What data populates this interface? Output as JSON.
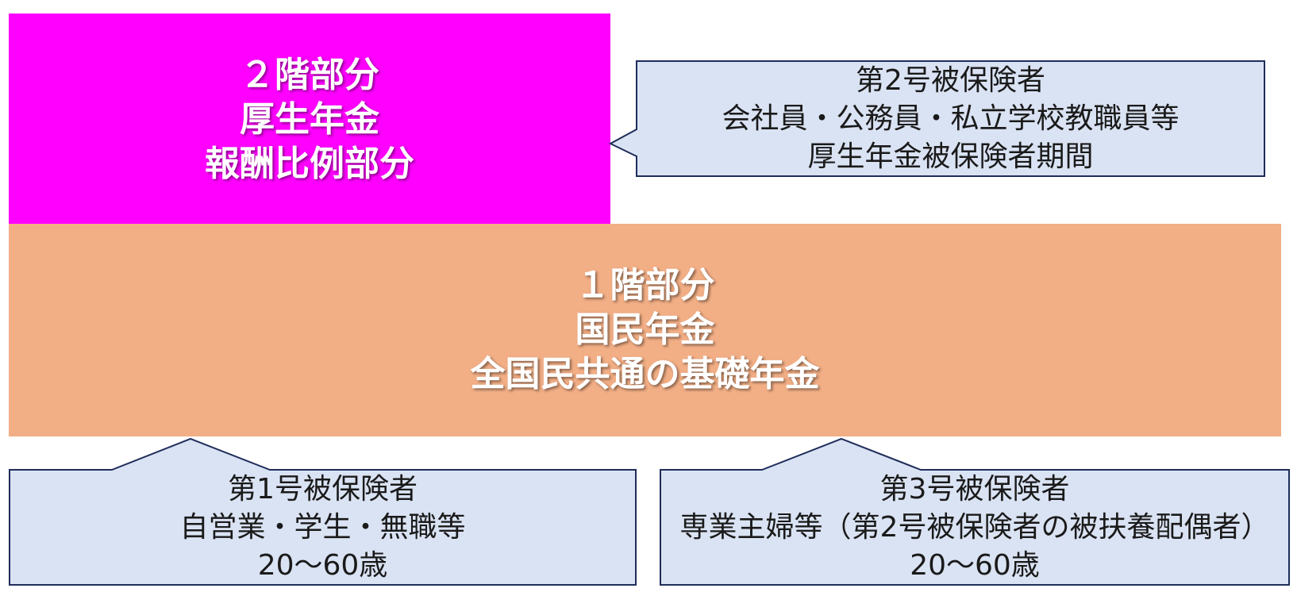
{
  "colors": {
    "tier2_fill": "#ff00ff",
    "tier1_fill": "#f2ae85",
    "callout_fill": "#dae3f3",
    "callout_border": "#1f2d5a",
    "tier_text": "#ffffff",
    "callout_text": "#1a1a1a"
  },
  "tier2": {
    "lines": [
      "２階部分",
      "厚生年金",
      "報酬比例部分"
    ]
  },
  "tier1": {
    "lines": [
      "１階部分",
      "国民年金",
      "全国民共通の基礎年金"
    ]
  },
  "callouts": {
    "insured2": {
      "lines": [
        "第2号被保険者",
        "会社員・公務員・私立学校教職員等",
        "厚生年金被保険者期間"
      ]
    },
    "insured1": {
      "lines": [
        "第1号被保険者",
        "自営業・学生・無職等",
        "20～60歳"
      ]
    },
    "insured3": {
      "lines": [
        "第3号被保険者",
        "専業主婦等（第2号被保険者の被扶養配偶者）",
        "20～60歳"
      ]
    }
  }
}
